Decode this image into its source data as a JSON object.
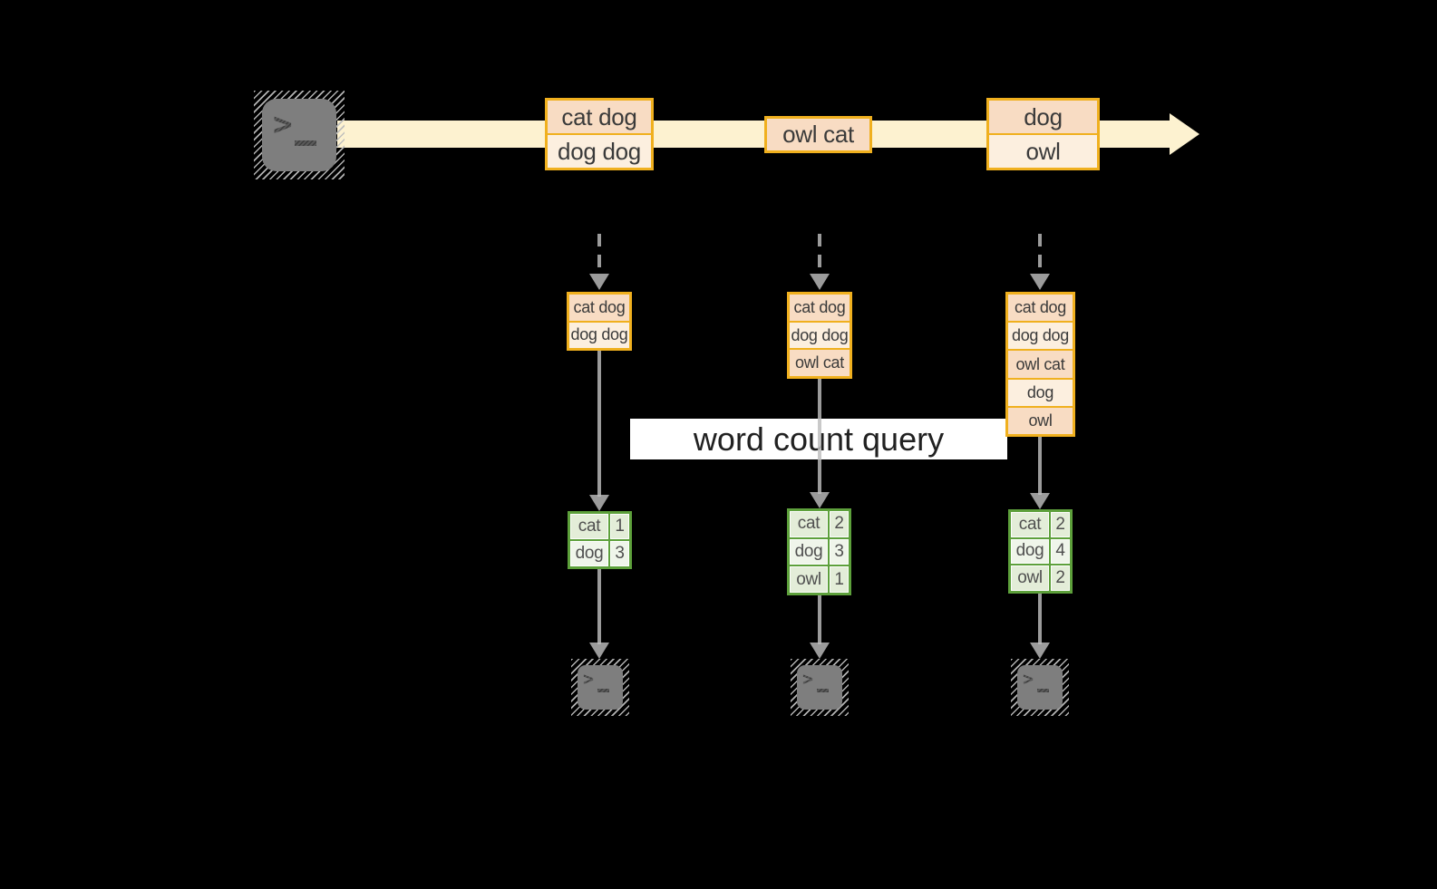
{
  "colors": {
    "background": "#000000",
    "stream-band": "#fdf2d0",
    "record-border": "#f0b01e",
    "record-fill-dark": "#f8dcc3",
    "record-fill-light": "#fcefdf",
    "table-border": "#5da03b",
    "table-fill-dark": "#e3edd8",
    "table-fill-light": "#eff5ea",
    "arrow-color": "rgba(189,189,189,0.82)",
    "terminal-fill": "#7e7e7e"
  },
  "banner": {
    "label": "word count query"
  },
  "stream": {
    "records": [
      {
        "cells": [
          "cat dog",
          "dog dog"
        ]
      },
      {
        "cells": [
          "owl cat"
        ]
      },
      {
        "cells": [
          "dog",
          "owl"
        ]
      }
    ]
  },
  "state_stacks": [
    {
      "rows": [
        "cat dog",
        "dog dog"
      ]
    },
    {
      "rows": [
        "cat dog",
        "dog dog",
        "owl cat"
      ]
    },
    {
      "rows": [
        "cat dog",
        "dog dog",
        "owl cat",
        "dog",
        "owl"
      ]
    }
  ],
  "result_tables": [
    {
      "rows": [
        {
          "word": "cat",
          "count": "1"
        },
        {
          "word": "dog",
          "count": "3"
        }
      ]
    },
    {
      "rows": [
        {
          "word": "cat",
          "count": "2"
        },
        {
          "word": "dog",
          "count": "3"
        },
        {
          "word": "owl",
          "count": "1"
        }
      ]
    },
    {
      "rows": [
        {
          "word": "cat",
          "count": "2"
        },
        {
          "word": "dog",
          "count": "4"
        },
        {
          "word": "owl",
          "count": "2"
        }
      ]
    }
  ],
  "icons": {
    "source": "terminal-icon",
    "sinks": [
      "terminal-icon",
      "terminal-icon",
      "terminal-icon"
    ],
    "prompt_char": ">"
  }
}
